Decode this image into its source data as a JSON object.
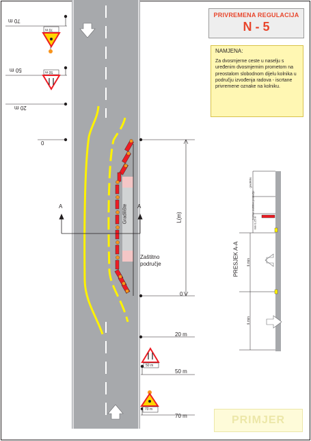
{
  "header": {
    "title_line1": "PRIVREMENA REGULACIJA",
    "title_line2": "N - 5"
  },
  "purpose": {
    "heading": "NAMJENA:",
    "text": "Za dvosmjerne ceste u naselju s uređenim dvosmjernim prometom na preostalom slobodnom dijelu kolnika u području izvođenja radova - iscrtane privremene oznake na kolniku."
  },
  "plan": {
    "left_distances": [
      "70 m",
      "50 m",
      "20 m"
    ],
    "zero_left": "0",
    "right_distances": [
      "20 m",
      "50 m",
      "70 m"
    ],
    "zero_right": "0",
    "length_label": "L(m)",
    "section_marker": "A",
    "worksite_label": "Gradilište",
    "protection_label": "Zaštitno područje",
    "sign_plates": [
      "70 m",
      "50 m",
      "50 m",
      "70 m"
    ]
  },
  "section": {
    "title": "PRESJEK A-A",
    "dim_labels": [
      "gradilište",
      "bočno zaštitno područje",
      "min 0,25 m",
      "š min",
      "š min"
    ]
  },
  "footer": {
    "example_label": "PRIMJER"
  },
  "colors": {
    "road": "#a7a9ac",
    "temporary_marking": "#fff200",
    "heading_red": "#e8462c",
    "purpose_background": "#fff7b3",
    "worksite_pink": "#f4c6c6",
    "sign_red": "#ed1c24",
    "sign_yellow": "#ffd400",
    "signal_lamp": "#f7941d"
  }
}
